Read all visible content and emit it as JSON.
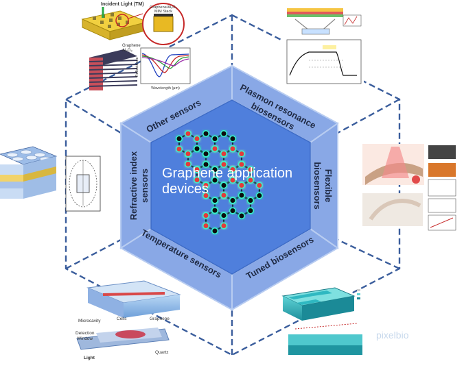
{
  "center": {
    "title_line1": "Graphene application",
    "title_line2": "devices"
  },
  "segments": [
    {
      "id": "other",
      "label": "Other sensors"
    },
    {
      "id": "plasmon",
      "line1": "Plasmon resonance",
      "line2": "biosensors"
    },
    {
      "id": "flexible",
      "line1": "Flexible",
      "line2": "biosensors"
    },
    {
      "id": "tuned",
      "label": "Tuned biosensors"
    },
    {
      "id": "temperature",
      "label": "Temperature sensors"
    },
    {
      "id": "refractive",
      "line1": "Refractive index",
      "line2": "sensors"
    }
  ],
  "figures": {
    "other_sensors": {
      "incident_light": "Incident Light (TM)",
      "stack_label_line1": "Graphene/Al₂O₃",
      "stack_label_line2": "MIM Stack",
      "graphene": "Graphene",
      "al2o3": "Al₂O₃",
      "xaxis": "Wavelength (μm)",
      "yaxis": "Reflectance"
    },
    "temperature": {
      "microcavity": "Microcavity",
      "cells": "Cells",
      "graphene": "Graphene",
      "detection_line1": "Detection",
      "detection_line2": "Window",
      "light": "Light",
      "quartz": "Quartz"
    },
    "tuned": {
      "watermark": "pixelbio"
    }
  },
  "colors": {
    "outer_hex": "#a9c1ec",
    "segment": "#89a8e6",
    "inner_hex": "#4f7fdc",
    "dashed": "#3a5d9c",
    "node_black": "#0d0d0d",
    "node_red": "#e23b3b",
    "bond": "#0b2b3a",
    "glow": "#39f0d0"
  }
}
